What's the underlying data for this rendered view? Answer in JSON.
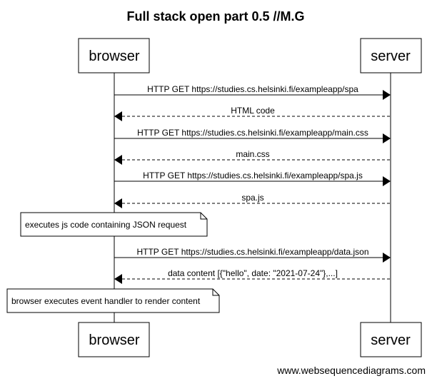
{
  "diagram": {
    "title": "Full stack open part 0.5 //M.G",
    "watermark": "www.websequencediagrams.com"
  },
  "actors": [
    {
      "name": "browser"
    },
    {
      "name": "server"
    }
  ],
  "messages": [
    {
      "from": "browser",
      "to": "server",
      "label": "HTTP GET https://studies.cs.helsinki.fi/exampleapp/spa",
      "style": "solid"
    },
    {
      "from": "server",
      "to": "browser",
      "label": "HTML code",
      "style": "dashed"
    },
    {
      "from": "browser",
      "to": "server",
      "label": "HTTP GET https://studies.cs.helsinki.fi/exampleapp/main.css",
      "style": "solid"
    },
    {
      "from": "server",
      "to": "browser",
      "label": "main.css",
      "style": "dashed"
    },
    {
      "from": "browser",
      "to": "server",
      "label": "HTTP GET https://studies.cs.helsinki.fi/exampleapp/spa.js",
      "style": "solid"
    },
    {
      "from": "server",
      "to": "browser",
      "label": "spa.js",
      "style": "dashed"
    },
    {
      "from": "browser",
      "to": "server",
      "label": "HTTP GET https://studies.cs.helsinki.fi/exampleapp/data.json",
      "style": "solid"
    },
    {
      "from": "server",
      "to": "browser",
      "label": "data content [{\"hello\", date: \"2021-07-24\"},...]",
      "style": "dashed"
    }
  ],
  "notes": [
    {
      "over": "browser",
      "text": "executes js code containing JSON request"
    },
    {
      "over": "browser",
      "text": "browser executes event handler to render content"
    }
  ]
}
